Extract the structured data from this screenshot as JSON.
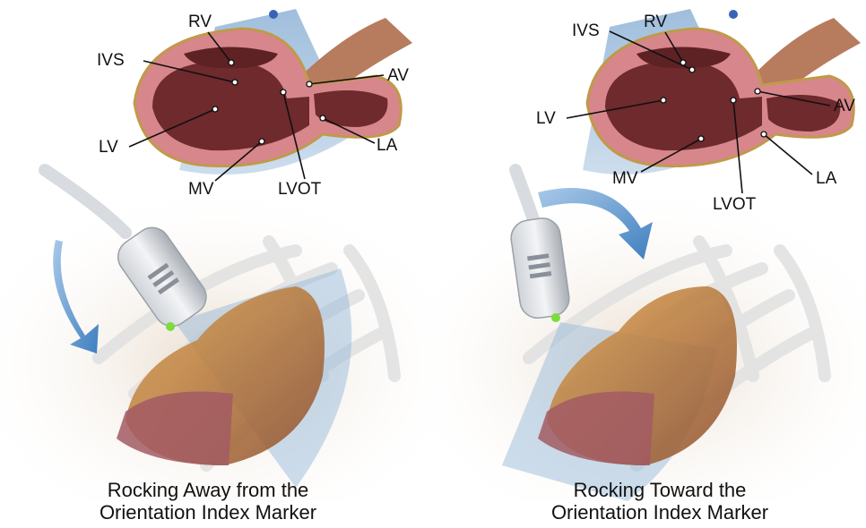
{
  "panels": [
    {
      "caption": [
        "Rocking Away from the",
        "Orientation Index Marker"
      ],
      "labels": {
        "rv": "RV",
        "ivs": "IVS",
        "av": "AV",
        "lv": "LV",
        "la": "LA",
        "mv": "MV",
        "lvot": "LVOT"
      }
    },
    {
      "caption": [
        "Rocking Toward the",
        "Orientation Index Marker"
      ],
      "labels": {
        "rv": "RV",
        "ivs": "IVS",
        "av": "AV",
        "lv": "LV",
        "la": "LA",
        "mv": "MV",
        "lvot": "LVOT"
      }
    }
  ],
  "colors": {
    "myocardium": "#c9787b",
    "chamber": "#6e2a2c",
    "sector_beam": "#8fb3d6",
    "index_marker": "#3a63b8",
    "probe_led": "#7bdc3b",
    "background_tint": "#efe6dc"
  }
}
